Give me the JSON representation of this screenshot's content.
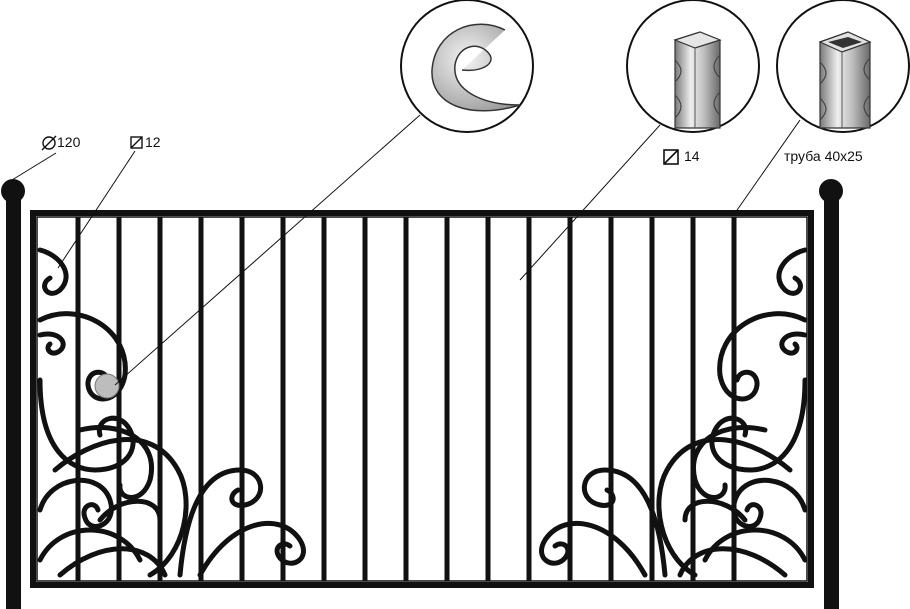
{
  "labels": {
    "post_diameter": "120",
    "scroll_section": "12",
    "twisted_bar_section": "14",
    "tube_profile": "труба 40x25"
  },
  "icons": {
    "diameter_symbol": "diameter-icon",
    "square_section_symbol": "square-section-icon"
  },
  "colors": {
    "metal": "#111111",
    "background": "#ffffff",
    "detail_fill": "#cfcfcf"
  }
}
